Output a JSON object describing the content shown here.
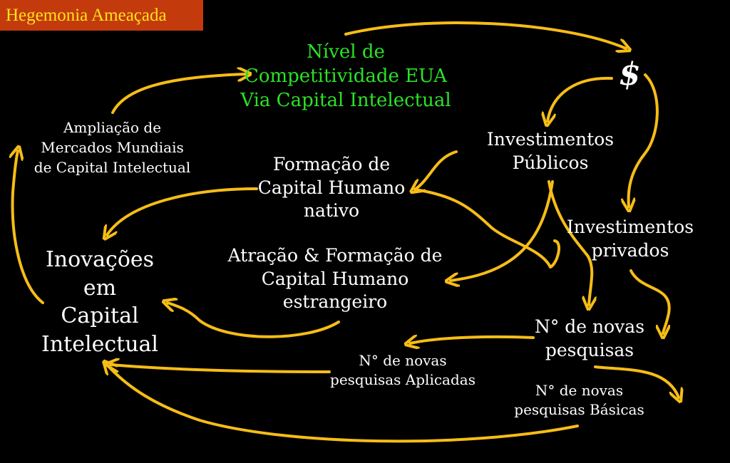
{
  "title": "Hegemonia Ameaçada",
  "nodes": {
    "competitividade": "Nível de\nCompetitividade EUA\nVia Capital Intelectual",
    "dollar": "$",
    "ampliacao": "Ampliação de\nMercados Mundiais\nde Capital Intelectual",
    "investimentos_publicos": "Investimentos\nPúblicos",
    "formacao_nativo": "Formação de\nCapital Humano\nnativo",
    "investimentos_privados": "Investimentos\nprivados",
    "inovacoes": "Inovações\nem\nCapital\nIntelectual",
    "atracao": "Atração & Formação de\nCapital Humano\nestrangeiro",
    "novas_pesquisas": "N° de novas\npesquisas",
    "pesquisas_aplicadas": "N° de novas\npesquisas Aplicadas",
    "pesquisas_basicas": "N° de novas\npesquisas Básicas"
  },
  "colors": {
    "background": "#000000",
    "arrow": "#f6bd16",
    "title_bg": "#c33a0c",
    "title_text": "#ffe21a",
    "highlight_text": "#2be226",
    "text": "#ffffff"
  }
}
